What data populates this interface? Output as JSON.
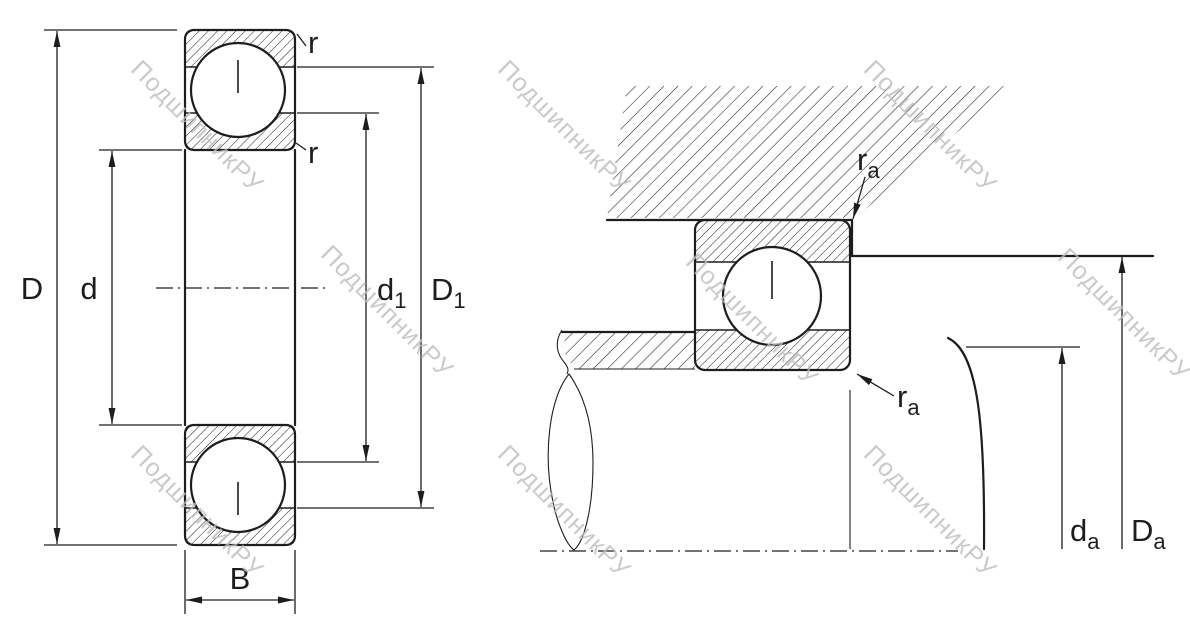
{
  "watermark": {
    "text": "ПодшипникРУ"
  },
  "front_view": {
    "outer_diameter_label": "D",
    "bore_diameter_label": "d",
    "recess_diameter_inner_label": {
      "base": "d",
      "sub": "1"
    },
    "recess_diameter_outer_label": {
      "base": "D",
      "sub": "1"
    },
    "width_label": "B",
    "chamfer_label_top": "r",
    "chamfer_label_bottom": "r"
  },
  "mounted_view": {
    "housing_fillet_label": {
      "base": "r",
      "sub": "a"
    },
    "shaft_fillet_label": {
      "base": "r",
      "sub": "a"
    },
    "shaft_abutment_diameter_label": {
      "base": "d",
      "sub": "a"
    },
    "housing_abutment_diameter_label": {
      "base": "D",
      "sub": "a"
    }
  },
  "colors": {
    "line_color": "#1d1d1b",
    "watermark_color": "#bdbdbd"
  }
}
